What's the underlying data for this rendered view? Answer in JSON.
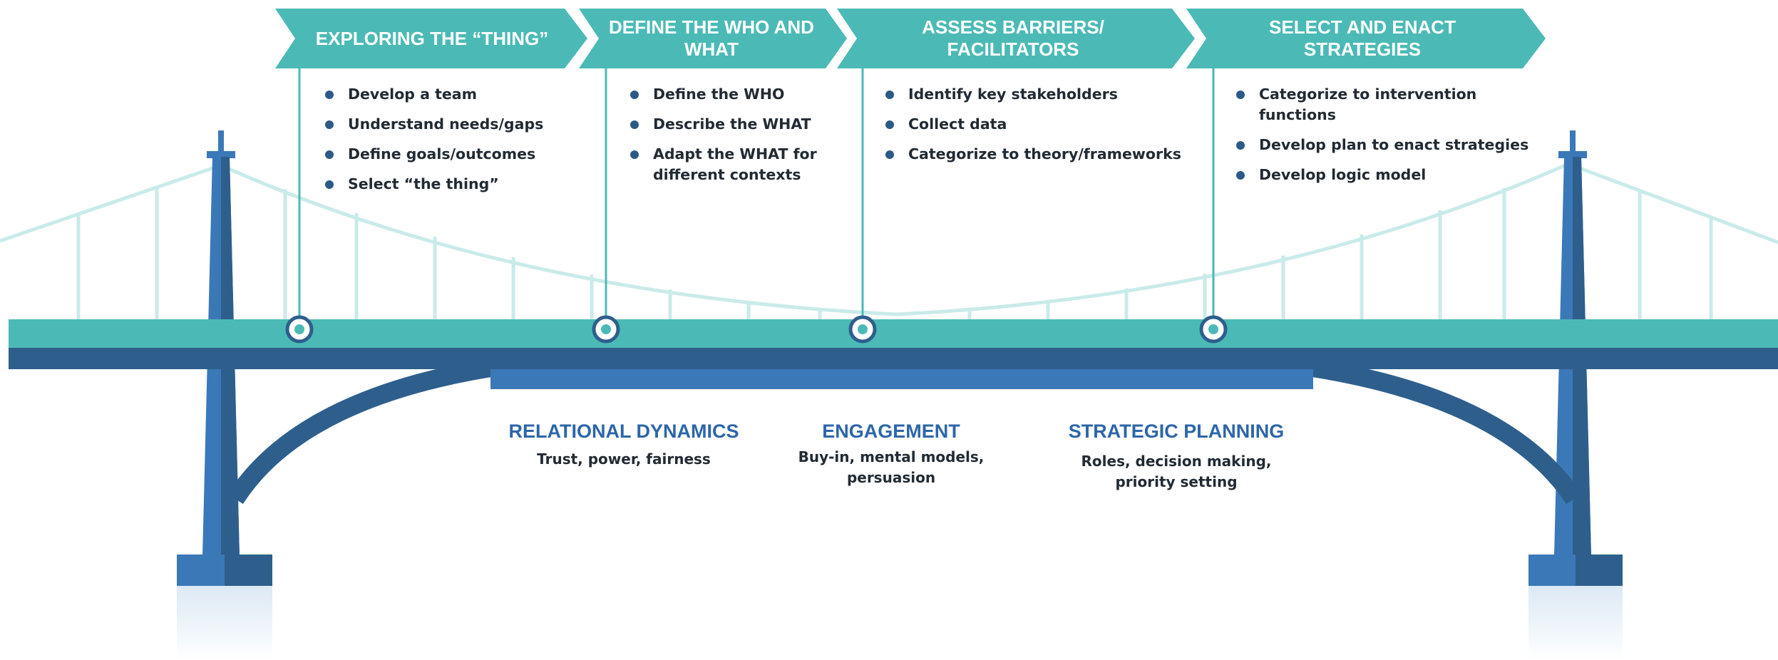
{
  "colors": {
    "teal": "#4bbab6",
    "teal_light": "#c9ebe9",
    "navy": "#2e5f8c",
    "blue": "#3b78b7",
    "blue_dark": "#284f78",
    "heading_blue": "#2d66a8",
    "text": "#222a33"
  },
  "steps": [
    {
      "title": "EXPLORING THE “THING”",
      "items": [
        "Develop a team",
        "Understand needs/gaps",
        "Define goals/outcomes",
        "Select “the thing”"
      ]
    },
    {
      "title": "DEFINE THE WHO AND WHAT",
      "items": [
        "Define the WHO",
        "Describe the WHAT",
        "Adapt the WHAT for different contexts"
      ]
    },
    {
      "title": "ASSESS BARRIERS/ FACILITATORS",
      "items": [
        "Identify key stakeholders",
        "Collect data",
        "Categorize to theory/frameworks"
      ]
    },
    {
      "title": "SELECT AND ENACT STRATEGIES",
      "items": [
        "Categorize to intervention functions",
        "Develop plan to enact strategies",
        "Develop logic model"
      ]
    }
  ],
  "dynamics": [
    {
      "title": "RELATIONAL DYNAMICS",
      "subtitle": "Trust, power, fairness"
    },
    {
      "title": "ENGAGEMENT",
      "subtitle": "Buy-in, mental models, persuasion"
    },
    {
      "title": "STRATEGIC PLANNING",
      "subtitle": "Roles, decision making, priority setting"
    }
  ]
}
